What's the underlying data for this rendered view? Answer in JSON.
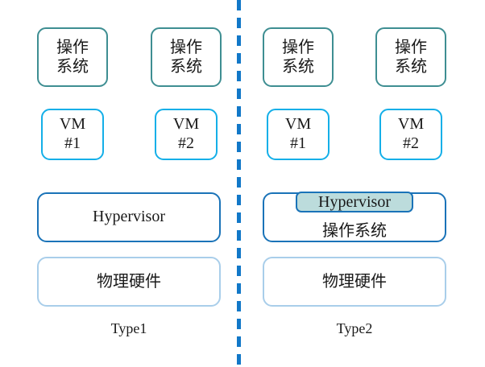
{
  "diagram": {
    "title_left": "Type1",
    "title_right": "Type2",
    "colors": {
      "os_border": "#3E8E92",
      "vm_border": "#14AFE8",
      "hypervisor_border": "#1A73B8",
      "hardware_border": "#A9CEEA",
      "badge_fill": "#BCDCDC",
      "divider": "#1278C8",
      "text": "#1A1A1A",
      "background": "#FFFFFF"
    },
    "divider": {
      "style": "dashed-vertical"
    },
    "left": {
      "label": "Type1",
      "guest_os": [
        {
          "line1": "操作",
          "line2": "系统"
        },
        {
          "line1": "操作",
          "line2": "系统"
        }
      ],
      "vms": [
        {
          "line1": "VM",
          "line2": "#1"
        },
        {
          "line1": "VM",
          "line2": "#2"
        }
      ],
      "hypervisor": "Hypervisor",
      "hardware": "物理硬件"
    },
    "right": {
      "label": "Type2",
      "guest_os": [
        {
          "line1": "操作",
          "line2": "系统"
        },
        {
          "line1": "操作",
          "line2": "系统"
        }
      ],
      "vms": [
        {
          "line1": "VM",
          "line2": "#1"
        },
        {
          "line1": "VM",
          "line2": "#2"
        }
      ],
      "hypervisor_badge": "Hypervisor",
      "host_os": "操作系统",
      "hardware": "物理硬件"
    }
  }
}
